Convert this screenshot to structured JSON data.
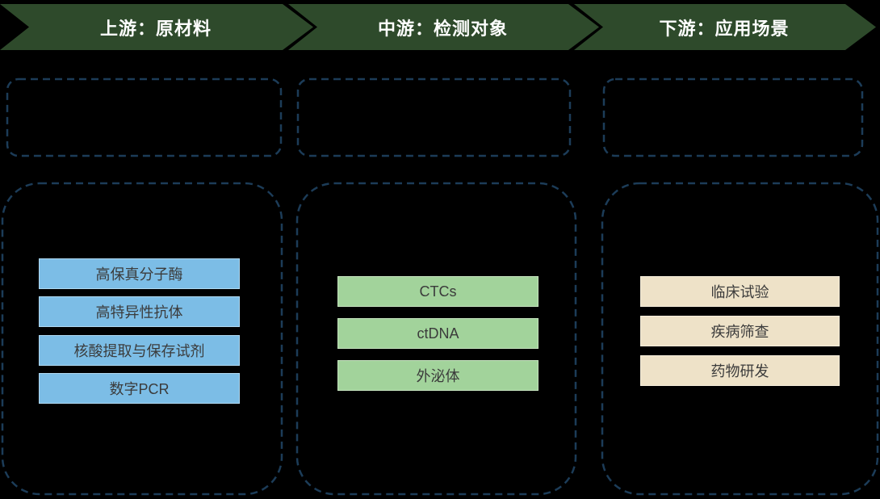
{
  "colors": {
    "background": "#000000",
    "chevron_fill": "#2E4A2B",
    "chevron_text": "#FFFFFF",
    "dashed_border": "#1C3C58",
    "upstream_fill": "#7CBDE6",
    "upstream_border": "#AFD9F2",
    "midstream_fill": "#A2D39B",
    "midstream_border": "#C6E3BF",
    "downstream_fill": "#EEE2C8",
    "downstream_border": "#F6EEDC",
    "item_text": "#3B3B3B"
  },
  "chevrons": [
    {
      "label": "上游：原材料"
    },
    {
      "label": "中游：检测对象"
    },
    {
      "label": "下游：应用场景"
    }
  ],
  "columns": [
    {
      "name": "upstream",
      "items": [
        "高保真分子酶",
        "高特异性抗体",
        "核酸提取与保存试剂",
        "数字PCR"
      ]
    },
    {
      "name": "midstream",
      "items": [
        "CTCs",
        "ctDNA",
        "外泌体"
      ]
    },
    {
      "name": "downstream",
      "items": [
        "临床试验",
        "疾病筛查",
        "药物研发"
      ]
    }
  ]
}
